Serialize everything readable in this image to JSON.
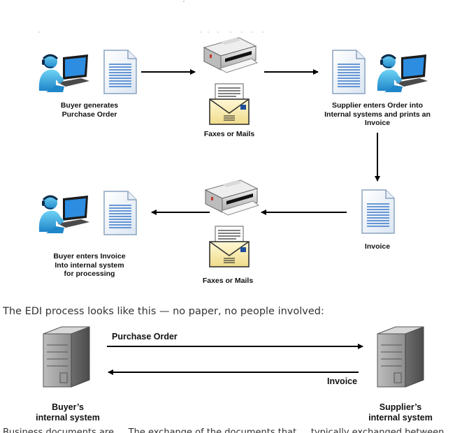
{
  "diagram": {
    "top_flow": {
      "buyer_generates": [
        "Buyer generates",
        "Purchase Order"
      ],
      "faxes_or_mails_top": "Faxes or Mails",
      "supplier_enters": [
        "Supplier enters Order into",
        "Internal systems and prints an",
        "Invoice"
      ],
      "invoice": "Invoice",
      "faxes_or_mails_bottom": "Faxes or Mails",
      "buyer_enters": [
        "Buyer enters Invoice",
        "Into internal system",
        "for processing"
      ]
    },
    "edi_intro": "The EDI process looks like this — no paper, no people involved:",
    "edi": {
      "purchase_order": "Purchase Order",
      "invoice": "Invoice",
      "buyer_system": [
        "Buyer’s",
        "internal system"
      ],
      "supplier_system": [
        "Supplier’s",
        "internal system"
      ]
    },
    "cut_off_text": "Business documents are ... The exchange of the documents that ... typically exchanged between"
  }
}
